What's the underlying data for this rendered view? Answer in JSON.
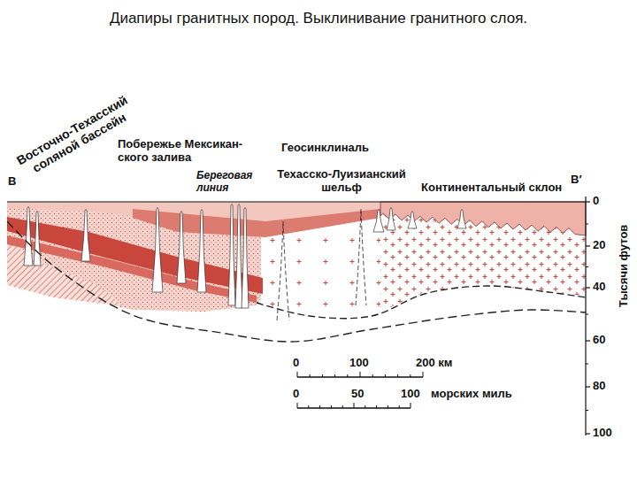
{
  "diagram": {
    "title": "Диапиры гранитных пород. Выклинивание гранитного слоя.",
    "labels": [
      "Восточно-Техасский соляной бассейн",
      "Побережье Мексикан- ского залива",
      "Геосинклиналь",
      "Береговая линия",
      "Техасско-Луизианский шельф",
      "Континентальный склон",
      "B",
      "B′",
      "0",
      "20",
      "40",
      "60",
      "80",
      "100",
      "Тысячи футов",
      "0",
      "100",
      "200 км",
      "0",
      "50",
      "100",
      "морских миль"
    ]
  }
}
